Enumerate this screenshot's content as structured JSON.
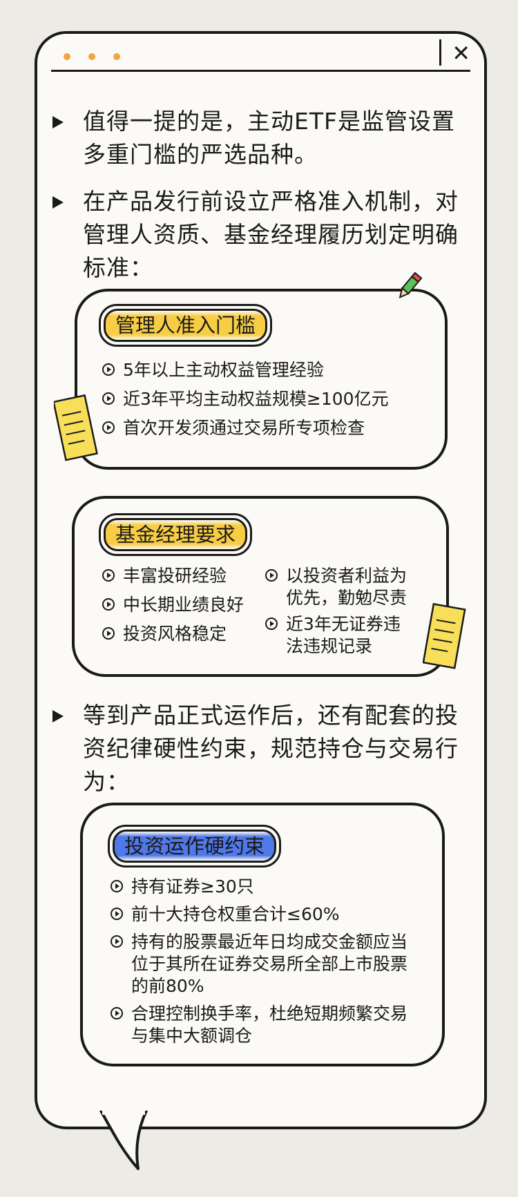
{
  "colors": {
    "accent_yellow": "#f7cd45",
    "accent_blue": "#4f78e8",
    "window_dots": "#f2a53a",
    "ink": "#1a1a1a"
  },
  "window": {
    "close_icon": "close-icon"
  },
  "intro": [
    "值得一提的是，主动ETF是监管设置多重门槛的严选品种。",
    "在产品发行前设立严格准入机制，对管理人资质、基金经理履历划定明确标准："
  ],
  "card_manager": {
    "tag": "管理人准入门槛",
    "items": [
      "5年以上主动权益管理经验",
      "近3年平均主动权益规模≥100亿元",
      "首次开发须通过交易所专项检查"
    ]
  },
  "card_fund_manager": {
    "tag": "基金经理要求",
    "left_items": [
      "丰富投研经验",
      "中长期业绩良好",
      "投资风格稳定"
    ],
    "right_items": [
      [
        "以投资者利益为",
        "优先，勤勉尽责"
      ],
      [
        "近3年无证券违",
        "法违规记录"
      ]
    ]
  },
  "after": "等到产品正式运作后，还有配套的投资纪律硬性约束，规范持仓与交易行为：",
  "card_constraints": {
    "tag": "投资运作硬约束",
    "items": [
      [
        "持有证券≥30只"
      ],
      [
        "前十大持仓权重合计≤60%"
      ],
      [
        "持有的股票最近年日均成交金额应当",
        "位于其所在证券交易所全部上市股票",
        "的前80%"
      ],
      [
        "合理控制换手率，杜绝短期频繁交易",
        "与集中大额调仓"
      ]
    ]
  }
}
